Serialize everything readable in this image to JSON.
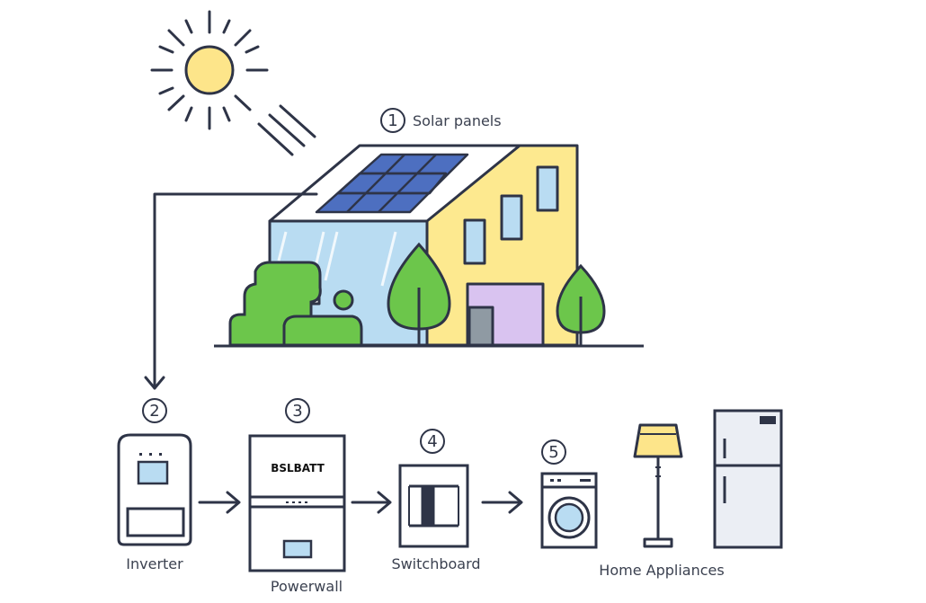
{
  "labels": {
    "solar_panels": "Solar panels",
    "inverter": "Inverter",
    "powerwall": "Powerwall",
    "switchboard": "Switchboard",
    "home_appliances": "Home Appliances"
  },
  "steps": [
    "1",
    "2",
    "3",
    "4",
    "5"
  ],
  "logo_text": "BSLBATT",
  "icons": [
    "sun-icon",
    "house-icon",
    "solar-panel-icon",
    "inverter-icon",
    "powerwall-icon",
    "switchboard-icon",
    "washing-machine-icon",
    "floor-lamp-icon",
    "refrigerator-icon"
  ],
  "colors": {
    "outline": "#2e3447",
    "sun": "#fde58a",
    "wall_yellow": "#fde98f",
    "glass_blue": "#b9dcf2",
    "panel_blue": "#4d6fc0",
    "tree_green": "#6cc64b",
    "door_purple": "#d9c3f0",
    "lamp_shade": "#fde58a",
    "appliance_fill": "#ebeef4"
  }
}
